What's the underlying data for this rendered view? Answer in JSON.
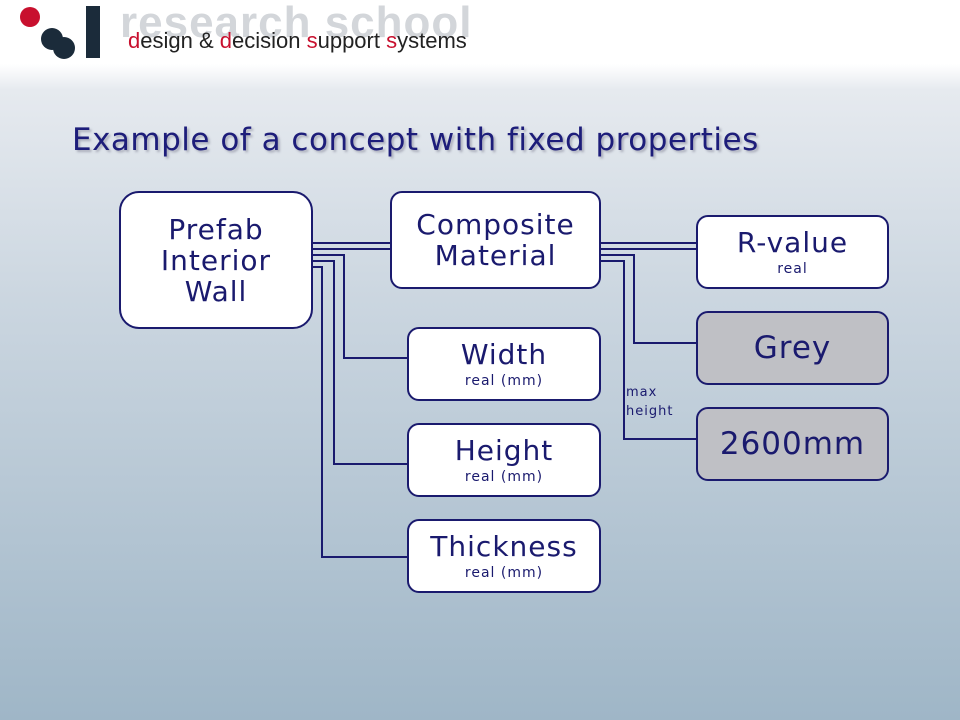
{
  "header": {
    "brand_line1": "research school",
    "brand_line2_parts": [
      {
        "text": "d",
        "highlight": true
      },
      {
        "text": "esign & ",
        "highlight": false
      },
      {
        "text": "d",
        "highlight": true
      },
      {
        "text": "ecision ",
        "highlight": false
      },
      {
        "text": "s",
        "highlight": true
      },
      {
        "text": "upport ",
        "highlight": false
      },
      {
        "text": "s",
        "highlight": true
      },
      {
        "text": "ystems",
        "highlight": false
      }
    ]
  },
  "title": "Example of a concept with fixed properties",
  "nodes": {
    "prefab": {
      "label": "Prefab Interior Wall"
    },
    "composite": {
      "label": "Composite Material"
    },
    "rvalue": {
      "label": "R-value",
      "sub": "real"
    },
    "grey": {
      "label": "Grey"
    },
    "height_val": {
      "label": "2600mm"
    },
    "width": {
      "label": "Width",
      "sub": "real (mm)"
    },
    "height": {
      "label": "Height",
      "sub": "real (mm)"
    },
    "thickness": {
      "label": "Thickness",
      "sub": "real (mm)"
    }
  },
  "annotation": {
    "max_height": "max height"
  },
  "colors": {
    "accent": "#c8102e",
    "navy": "#1a1a6e",
    "fixed_fill": "#bfc0c5"
  }
}
